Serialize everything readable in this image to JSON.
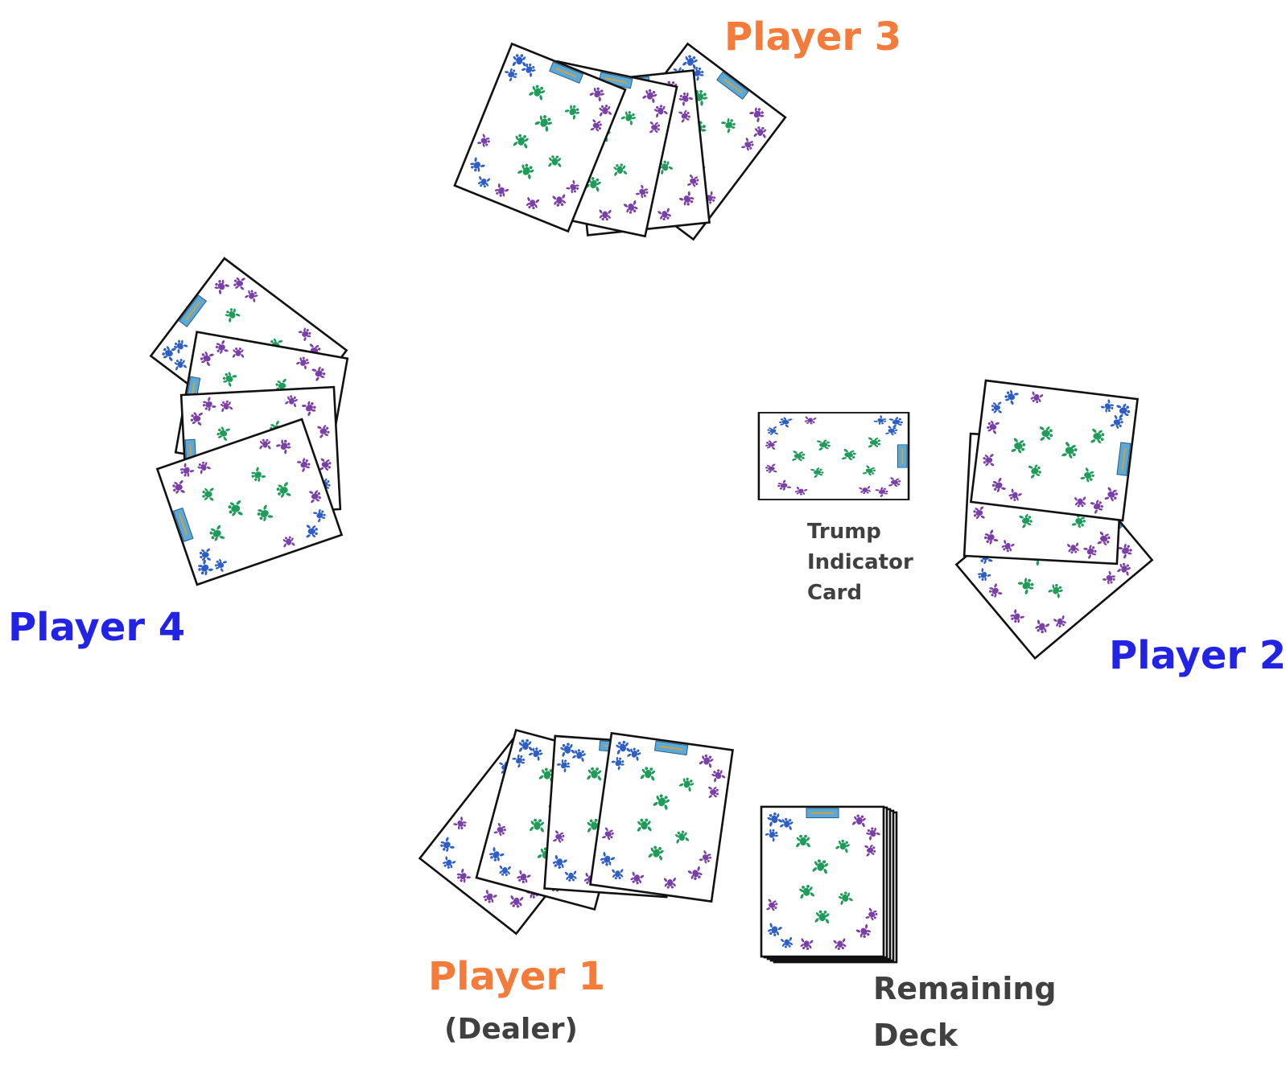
{
  "colors": {
    "orange_label": "#f47b3a",
    "blue_label": "#2323e6",
    "note_text": "#404040",
    "card_border": "#111111",
    "card_face": "#ffffff",
    "motif_blue": "#2e5fc7",
    "motif_purple": "#7b3fa8",
    "motif_green": "#1f9b5a",
    "badge": "#5aa9d8"
  },
  "players": {
    "player3": {
      "label": "Player 3",
      "color": "#f47b3a",
      "card_count": 4
    },
    "player4": {
      "label": "Player 4",
      "color": "#2323e6",
      "card_count": 4
    },
    "player2": {
      "label": "Player 2",
      "color": "#2323e6",
      "card_count": 3
    },
    "player1": {
      "label": "Player 1",
      "role": "(Dealer)",
      "color": "#f47b3a",
      "card_count": 4
    }
  },
  "trump": {
    "line1": "Trump",
    "line2": "Indicator",
    "line3": "Card"
  },
  "deck": {
    "line1": "Remaining",
    "line2": "Deck"
  },
  "icons": {
    "card": "card-back-icon",
    "motif": "frog-motif-icon"
  }
}
